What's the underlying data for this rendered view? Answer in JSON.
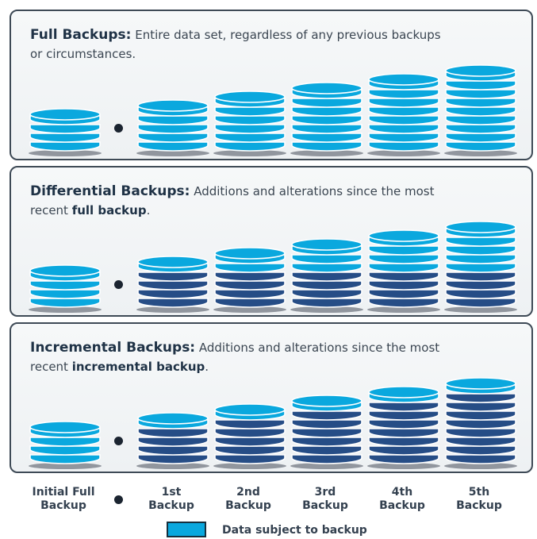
{
  "colors": {
    "light": "#0aa8de",
    "dark": "#264d86",
    "frame": "#3e4a56"
  },
  "panels": [
    {
      "title": "Full Backups:",
      "text_a": "Entire data set, regardless of any previous backups or circumstances.",
      "bold": "",
      "text_b": "",
      "dark_counts": [
        0,
        0,
        0,
        0,
        0,
        0
      ]
    },
    {
      "title": "Differential Backups:",
      "text_a": "Additions and alterations since the most recent ",
      "bold": "full backup",
      "text_b": ".",
      "dark_counts": [
        0,
        4,
        4,
        4,
        4,
        4
      ]
    },
    {
      "title": "Incremental Backups:",
      "text_a": "Additions and alterations since the most recent ",
      "bold": "incremental backup",
      "text_b": ".",
      "dark_counts": [
        0,
        4,
        5,
        6,
        7,
        8
      ]
    }
  ],
  "stack_counts": [
    4,
    5,
    6,
    7,
    8,
    9
  ],
  "columns": [
    {
      "label": "Initial Full\nBackup"
    },
    {
      "label": "1st\nBackup"
    },
    {
      "label": "2nd\nBackup"
    },
    {
      "label": "3rd\nBackup"
    },
    {
      "label": "4th\nBackup"
    },
    {
      "label": "5th\nBackup"
    }
  ],
  "legend": {
    "label": "Data subject to backup"
  }
}
